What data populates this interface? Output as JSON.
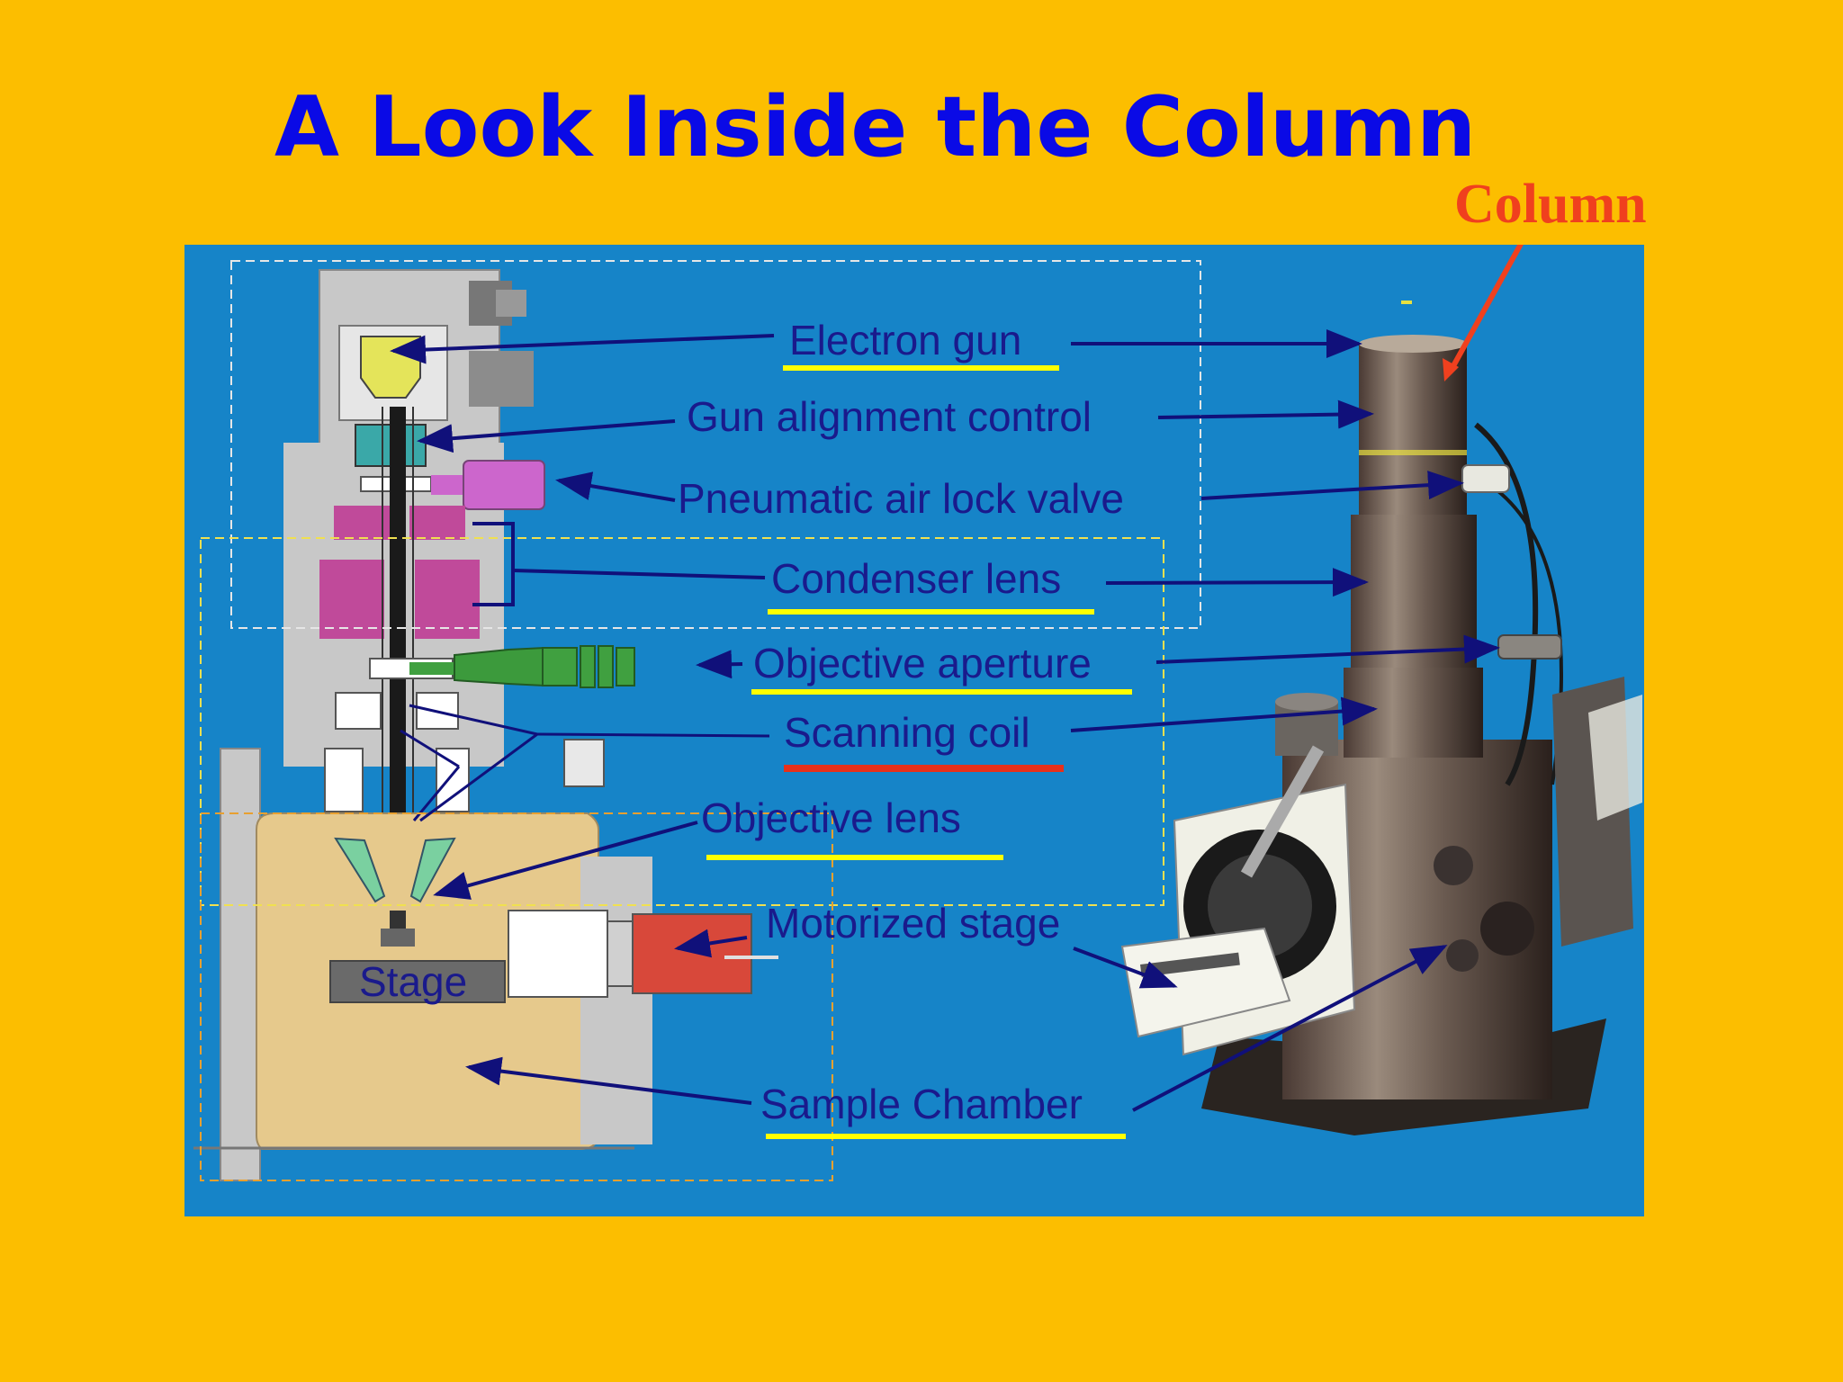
{
  "slide": {
    "title": "A Look Inside the Column",
    "column_label": "Column",
    "colors": {
      "background": "#fcbe00",
      "panel": "#1684c8",
      "title": "#0a0ae6",
      "column_label": "#f0401e",
      "label_text": "#1a1a8c",
      "arrow": "#10107a",
      "underline_yellow": "#ffff00",
      "underline_red": "#e8301a"
    }
  },
  "diagram": {
    "stage_label": "Stage",
    "labels": [
      {
        "text": "Electron gun",
        "underline": "yellow"
      },
      {
        "text": "Gun alignment control",
        "underline": "none"
      },
      {
        "text": "Pneumatic air lock valve",
        "underline": "none"
      },
      {
        "text": "Condenser lens",
        "underline": "yellow"
      },
      {
        "text": "Objective aperture",
        "underline": "yellow"
      },
      {
        "text": "Scanning coil",
        "underline": "red"
      },
      {
        "text": "Objective lens",
        "underline": "yellow"
      },
      {
        "text": "Motorized stage",
        "underline": "none"
      },
      {
        "text": "Sample Chamber",
        "underline": "yellow"
      }
    ]
  }
}
